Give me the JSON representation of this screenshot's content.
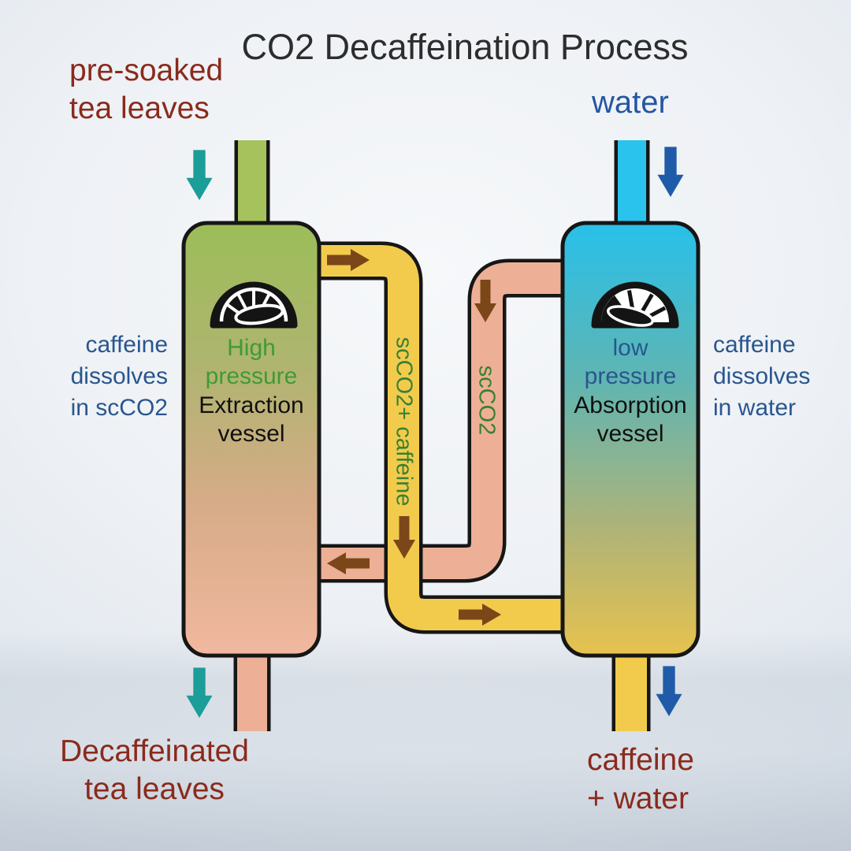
{
  "title": "CO2 Decaffeination Process",
  "flows": {
    "tea_in": "pre-soaked\ntea leaves",
    "water_in": "water",
    "tea_out": "Decaffeinated\ntea leaves",
    "caffeine_out": "caffeine\n+ water"
  },
  "vessels": {
    "extraction": {
      "pressure": "High\npressure",
      "name": "Extraction\nvessel",
      "gauge_icon": "pressure-gauge-high-icon"
    },
    "absorption": {
      "pressure": "low\npressure",
      "name": "Absorption\nvessel",
      "gauge_icon": "pressure-gauge-low-icon"
    }
  },
  "notes": {
    "left": "caffeine\ndissolves\nin scCO2",
    "right": "caffeine\ndissolves\nin water"
  },
  "pipe_labels": {
    "co2_caffeine": "scCO2+ caffeine",
    "co2": "scCO2"
  },
  "colors": {
    "dark_red": "#8a2a1c",
    "steel_blue": "#29568e",
    "water_blue": "#2356a4",
    "green_text": "#3f9b35",
    "pipe_label_green": "#3a8030",
    "arrow_teal": "#1b9d99",
    "arrow_blue": "#1f5ba8",
    "arrow_brown": "#7b4719",
    "pipe_yellow": "#f2cb4d",
    "pipe_salmon": "#edb096",
    "pipe_green": "#a6c25c",
    "pipe_cyan": "#29c3ee",
    "vessel_left_top": "#9cbd58",
    "vessel_left_bottom": "#f1b89f",
    "vessel_right_top": "#28c0ea",
    "vessel_right_bottom": "#e7c24e"
  }
}
